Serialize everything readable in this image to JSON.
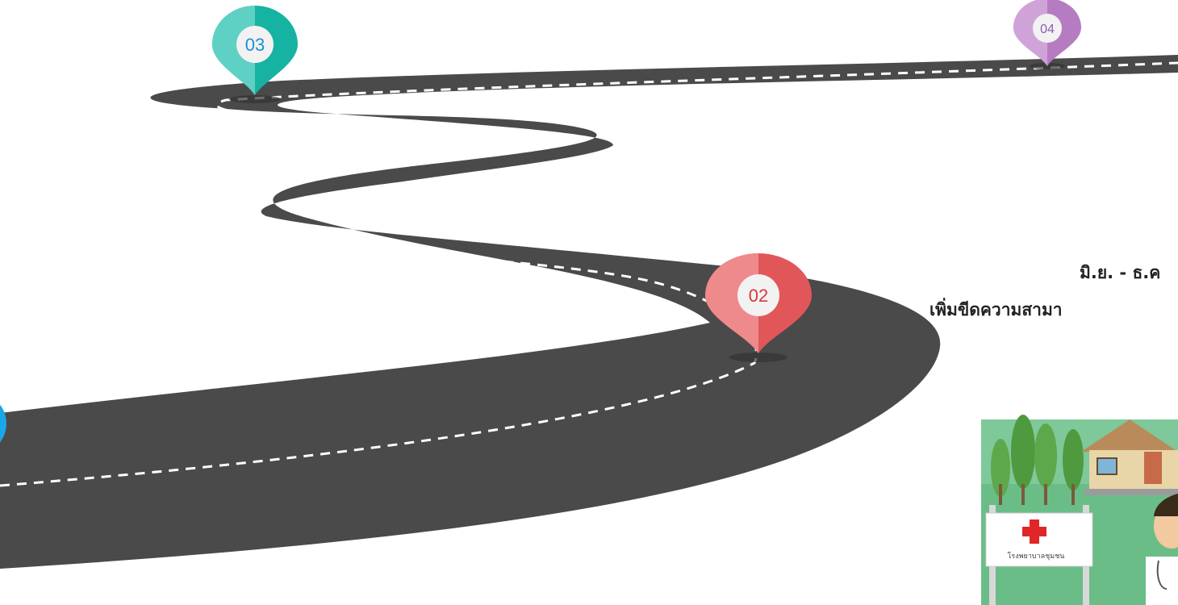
{
  "milestones": [
    {
      "label": "02",
      "color": "#e15759",
      "light": "#ee8a8b",
      "text_color": "#d9373b"
    },
    {
      "label": "03",
      "color": "#17b3a2",
      "light": "#5fd0c4",
      "text_color": "#1d8fd8"
    },
    {
      "label": "04",
      "color": "#b57cc2",
      "light": "#cfa3d8",
      "text_color": "#8a5fb3"
    }
  ],
  "caption": {
    "date": "มิ.ย. - ธ.ค",
    "description": "เพิ่มขีดความสามา"
  },
  "illustration": {
    "sign_text": "โรงพยาบาลชุมชน"
  },
  "colors": {
    "road": "#4a4a4a",
    "dash": "#ffffff",
    "grass": "#7fc89a",
    "pin01": "#1aa7e8"
  }
}
